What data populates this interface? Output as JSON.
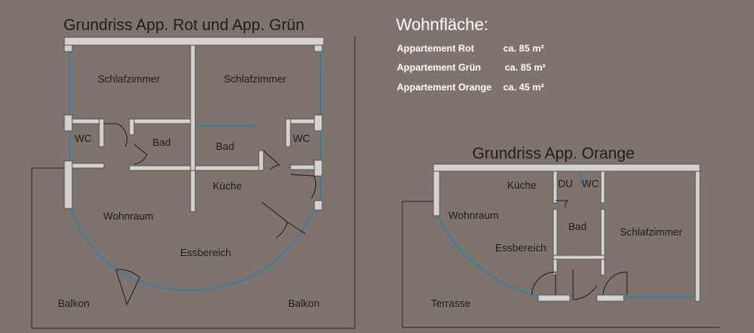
{
  "plan_left": {
    "title": "Grundriss App. Rot und App. Grün",
    "rooms": {
      "schlafzimmer_left": "Schlafzimmer",
      "schlafzimmer_right": "Schlafzimmer",
      "wc_left": "WC",
      "bad_left": "Bad",
      "bad_right": "Bad",
      "wc_right": "WC",
      "kueche": "Küche",
      "wohnraum": "Wohnraum",
      "essbereich": "Essbereich",
      "balkon_left": "Balkon",
      "balkon_right": "Balkon"
    }
  },
  "areas": {
    "heading": "Wohnfläche:",
    "rows": [
      {
        "name": "Appartement Rot",
        "value": "ca. 85 m²"
      },
      {
        "name": "Appartement Grün",
        "value": "ca. 85 m²"
      },
      {
        "name": "Appartement Orange",
        "value": "ca. 45 m²"
      }
    ]
  },
  "plan_right": {
    "title": "Grundriss App. Orange",
    "rooms": {
      "kueche": "Küche",
      "du": "DU",
      "wc": "WC",
      "wohnraum": "Wohnraum",
      "bad": "Bad",
      "schlafzimmer": "Schlafzimmer",
      "essbereich": "Essbereich",
      "terrasse": "Terrasse"
    }
  },
  "colors": {
    "background": "#7f736d",
    "wall": "#d4d1ce",
    "glass": "#3a7fa0",
    "text": "#1e1e1e"
  }
}
